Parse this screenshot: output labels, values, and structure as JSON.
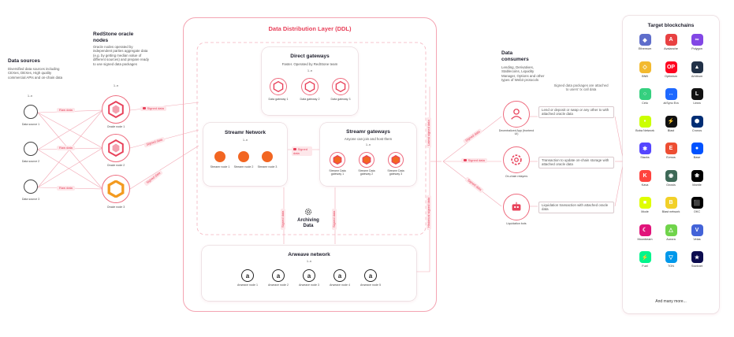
{
  "data_sources": {
    "title": "Data sources",
    "desc": "Diversified data sources including CEXes, DEXes, High quality commercial APIs and on-chain data",
    "ratio": "1..n",
    "items": [
      "Data source 1",
      "Data source 2",
      "Data source 3"
    ]
  },
  "oracle_nodes": {
    "title": "RedStone oracle nodes",
    "desc": "Oracle nodes operated by independent parties aggregate data (e.g. by getting median value of different sources) and prepare ready to use signed data packages",
    "ratio": "1..n",
    "items": [
      "Oracle node 1",
      "Oracle node 2",
      "Oracle node 3"
    ]
  },
  "tags": {
    "raw_data": "Raw data",
    "signed_data": "Signed data",
    "signed_data_short": "Signed data",
    "latest_signed": "Latest signed data",
    "historical_signed": "Historical signed data"
  },
  "ddl": {
    "title": "Data Distribution Layer (DDL)",
    "direct_gateways": {
      "title": "Direct gateways",
      "desc": "Faster. Operated by RedStone team",
      "ratio": "1..n",
      "items": [
        "Data gateway 1",
        "Data gateway 2",
        "Data gateway 3"
      ]
    },
    "streamr_network": {
      "title": "Streamr Network",
      "ratio": "1..n",
      "items": [
        "Streamr node 1",
        "Streamr node 2",
        "Streamr node 3"
      ]
    },
    "streamr_gateways": {
      "title": "Streamr gateways",
      "desc": "Anyone can join and host them",
      "ratio": "1..n",
      "items": [
        "Streamr Data gateway 1",
        "Streamr Data gateway 2",
        "Streamr Data gateway 3"
      ]
    },
    "archiving": {
      "label": "Archiving Data",
      "icon": "gear-icon"
    },
    "arweave": {
      "title": "Arweave network",
      "ratio": "1..n",
      "items": [
        "Arweave node 1",
        "Arweave node 2",
        "Arweave node 3",
        "Arweave node 4",
        "Arweave node 5"
      ]
    }
  },
  "consumers": {
    "title": "Data consumers",
    "desc": "Lending, Derivatives, Stablecoins, Liquidity Manager, Options and other types of Web3 protocols",
    "note": "Signed data packages are attached to users' tx call data",
    "items": [
      {
        "label": "Decentralized App (frontend UI)",
        "note": "Lend or deposit or swap or any other tx with attached oracle data",
        "icon": "user-icon"
      },
      {
        "label": "On-chain relayers",
        "note": "Transaction to update on-chain storage with attached oracle data",
        "icon": "gear-icon"
      },
      {
        "label": "Liquidation bots",
        "note": "Liquidation transaction with attached oracle data",
        "icon": "robot-icon"
      }
    ]
  },
  "target": {
    "title": "Target blockchains",
    "more": "And many more...",
    "chains": [
      {
        "name": "Ethereum",
        "color": "#5f6ecb",
        "glyph": "◆"
      },
      {
        "name": "Avalanche",
        "color": "#e84142",
        "glyph": "A"
      },
      {
        "name": "Polygon",
        "color": "#8247e5",
        "glyph": "∞"
      },
      {
        "name": "BNB",
        "color": "#f3ba2f",
        "glyph": "◇"
      },
      {
        "name": "Optimism",
        "color": "#ff0420",
        "glyph": "OP"
      },
      {
        "name": "Arbitrum",
        "color": "#213147",
        "glyph": "▲"
      },
      {
        "name": "Celo",
        "color": "#35d07f",
        "glyph": "○"
      },
      {
        "name": "zkSync Era",
        "color": "#1e69ff",
        "glyph": "↔"
      },
      {
        "name": "Linea",
        "color": "#121212",
        "glyph": "L"
      },
      {
        "name": "Boba Network",
        "color": "#cbff00",
        "glyph": "•"
      },
      {
        "name": "Blast",
        "color": "#111111",
        "glyph": "⚡"
      },
      {
        "name": "Cronos",
        "color": "#002d74",
        "glyph": "⬢"
      },
      {
        "name": "Stacks",
        "color": "#5546ff",
        "glyph": "✱"
      },
      {
        "name": "Evmos",
        "color": "#ed4e33",
        "glyph": "E"
      },
      {
        "name": "Base",
        "color": "#0052ff",
        "glyph": "●"
      },
      {
        "name": "Kava",
        "color": "#ff433e",
        "glyph": "K"
      },
      {
        "name": "Gnosis",
        "color": "#3e6957",
        "glyph": "◉"
      },
      {
        "name": "Mantle",
        "color": "#000000",
        "glyph": "❀"
      },
      {
        "name": "Mode",
        "color": "#dffe00",
        "glyph": "■"
      },
      {
        "name": "Blast network",
        "color": "#f2d028",
        "glyph": "B"
      },
      {
        "name": "OKC",
        "color": "#000000",
        "glyph": "⬛"
      },
      {
        "name": "Moonbeam",
        "color": "#e1147b",
        "glyph": "☾"
      },
      {
        "name": "Aurora",
        "color": "#70d44b",
        "glyph": "△"
      },
      {
        "name": "Velas",
        "color": "#4363d8",
        "glyph": "V"
      },
      {
        "name": "Fuel",
        "color": "#00f58c",
        "glyph": "⚡"
      },
      {
        "name": "TON",
        "color": "#0098ea",
        "glyph": "▽"
      },
      {
        "name": "Starknet",
        "color": "#0c0c4f",
        "glyph": "★"
      }
    ]
  }
}
